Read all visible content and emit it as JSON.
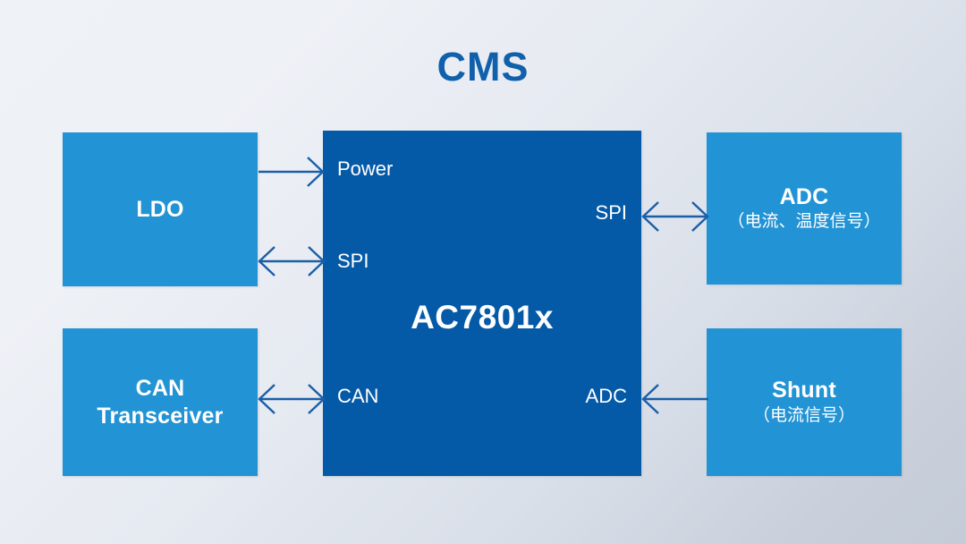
{
  "title": "CMS",
  "colors": {
    "title": "#1160ab",
    "mcu_fill": "#055aa8",
    "peripheral_fill": "#2293d4",
    "arrow": "#1a5fa8",
    "background_start": "#eff2f7",
    "background_end": "#c4ccd8"
  },
  "mcu": {
    "name": "AC7801x",
    "ports": {
      "power": "Power",
      "spi_left": "SPI",
      "can": "CAN",
      "spi_right": "SPI",
      "adc": "ADC"
    }
  },
  "peripherals": {
    "ldo": {
      "main": "LDO",
      "sub": ""
    },
    "can_transceiver": {
      "main_line1": "CAN",
      "main_line2": "Transceiver"
    },
    "adc_sensor": {
      "main": "ADC",
      "sub": "（电流、温度信号）"
    },
    "shunt": {
      "main": "Shunt",
      "sub": "（电流信号）"
    }
  },
  "connections": [
    {
      "name": "ldo-to-power",
      "from": "LDO",
      "to": "Power",
      "direction": "right"
    },
    {
      "name": "ldo-to-spi",
      "from": "LDO",
      "to": "SPI",
      "direction": "both"
    },
    {
      "name": "can-transceiver-to-can",
      "from": "CAN Transceiver",
      "to": "CAN",
      "direction": "both"
    },
    {
      "name": "spi-to-adc-sensor",
      "from": "SPI",
      "to": "ADC",
      "direction": "both"
    },
    {
      "name": "shunt-to-adc",
      "from": "Shunt",
      "to": "ADC",
      "direction": "left"
    }
  ]
}
